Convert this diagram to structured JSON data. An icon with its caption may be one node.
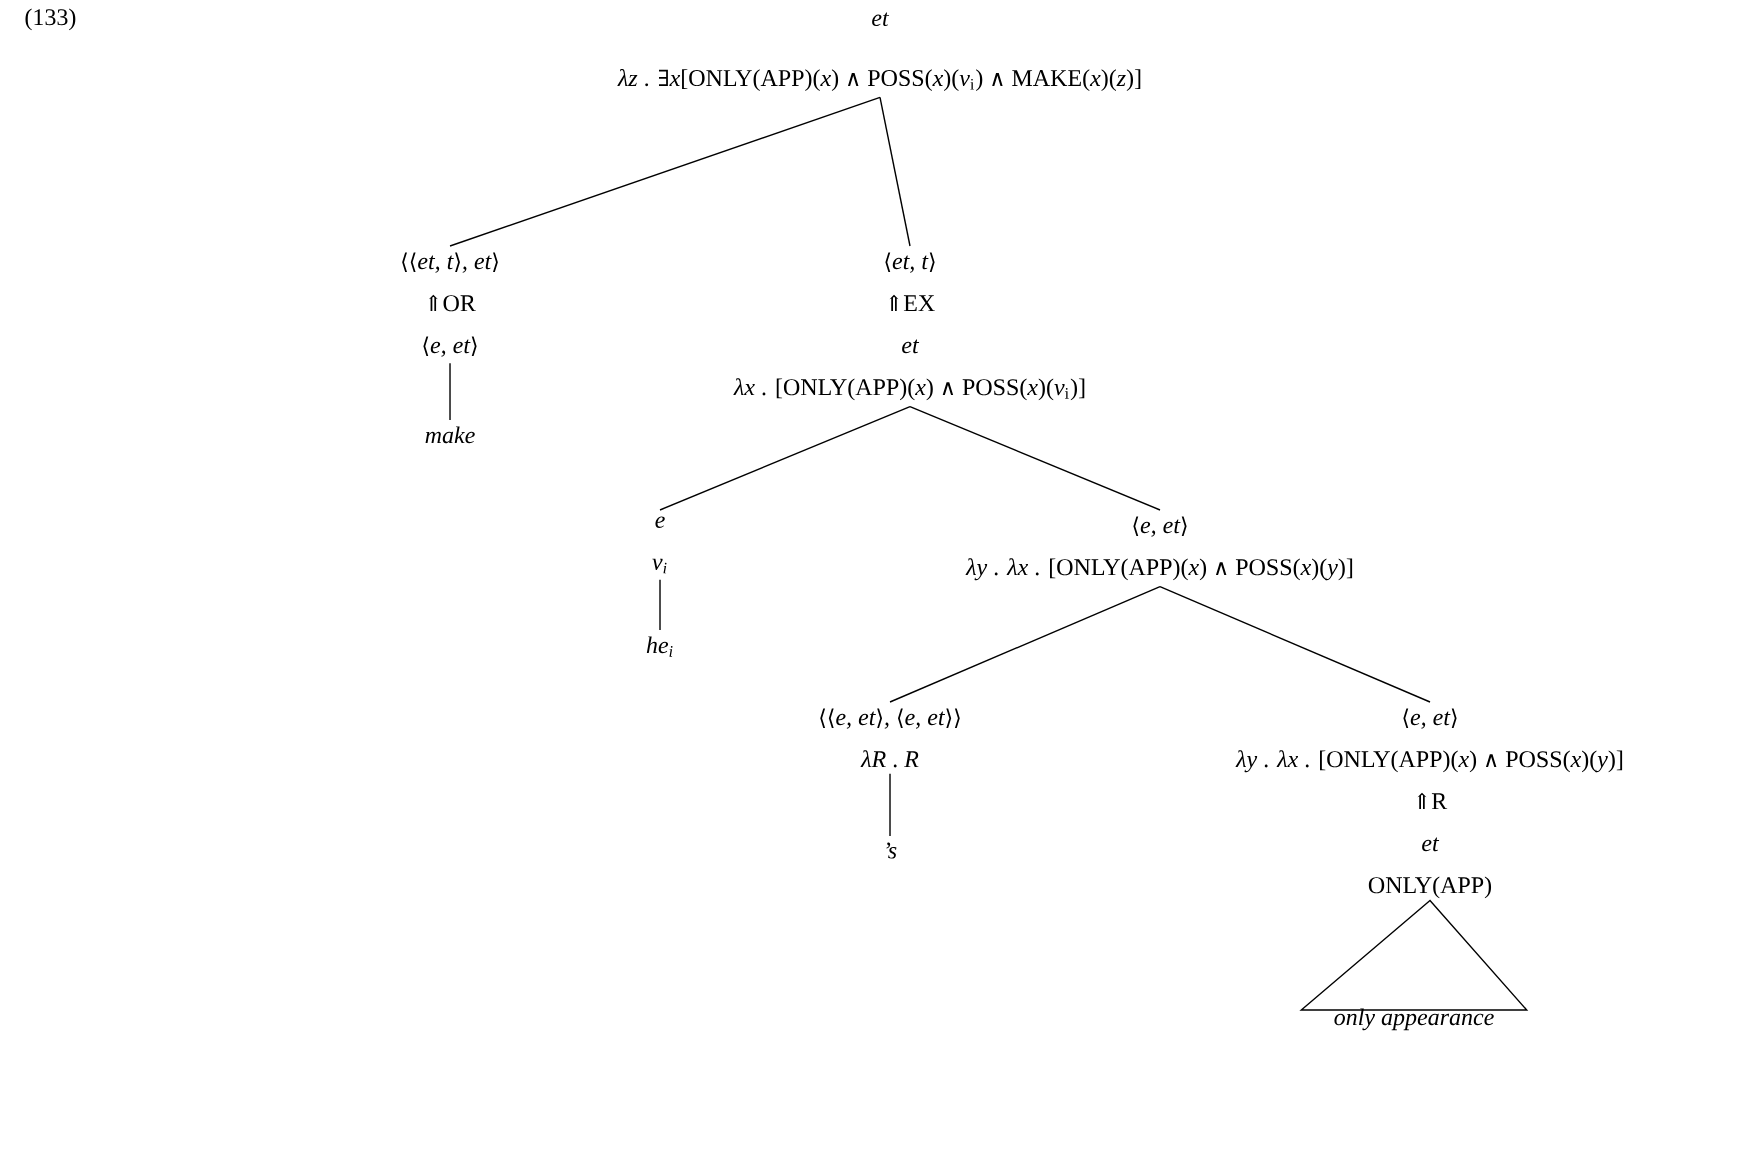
{
  "diagram": {
    "nodes": [
      {
        "text": [
          "et",
          "*λz* . ∃*x*[ONLY(APP)(*x*) ∧ POSS(*x*)(*v*$_{i}$) ∧ MAKE(*x*)(*z*)]"
        ]
      },
      {
        "text": [
          "⟨⟨et, t⟩, et⟩",
          "⇑OR",
          "⟨e, et⟩"
        ]
      },
      {
        "text": [
          "make"
        ]
      },
      {
        "text": [
          "⟨et, t⟩",
          "⇑EX",
          "et",
          "*λx* . [ONLY(APP)(*x*) ∧ POSS(*x*)(*v*$_{i}$)]"
        ]
      },
      {
        "text": [
          "e",
          "v$_{i}$"
        ]
      },
      {
        "text": [
          "he$_{i}$"
        ]
      },
      {
        "text": [
          "⟨e, et⟩",
          "*λy* . *λx* . [ONLY(APP)(*x*) ∧ POSS(*x*)(*y*)]"
        ]
      },
      {
        "text": [
          "⟨⟨e, et⟩, ⟨e, et⟩⟩",
          "*λR* . *R*"
        ]
      },
      {
        "text": [
          "’s"
        ]
      },
      {
        "text": [
          "⟨e, et⟩",
          "*λy* . *λx* . [ONLY(APP)(*x*) ∧ POSS(*x*)(*y*)]",
          "⇑R",
          "et",
          "ONLY(APP)"
        ]
      },
      {
        "text": [
          "only appearance"
        ]
      }
    ],
    "edges": [
      {
        "from": 0,
        "to": 1,
        "arrow": "none"
      },
      {
        "from": 0,
        "to": 3,
        "arrow": "none"
      },
      {
        "from": 1,
        "to": 2,
        "arrow": "none"
      },
      {
        "from": 3,
        "to": 4,
        "arrow": "none"
      },
      {
        "from": 3,
        "to": 6,
        "arrow": "none"
      },
      {
        "from": 4,
        "to": 5,
        "arrow": "none"
      },
      {
        "from": 6,
        "to": 7,
        "arrow": "none"
      },
      {
        "from": 6,
        "to": 9,
        "arrow": "none"
      },
      {
        "from": 7,
        "to": 8,
        "arrow": "none"
      },
      {
        "from": 9,
        "to": 10,
        "arrow": "none"
      }
    ],
    "labels": [
      "(133)"
    ]
  }
}
